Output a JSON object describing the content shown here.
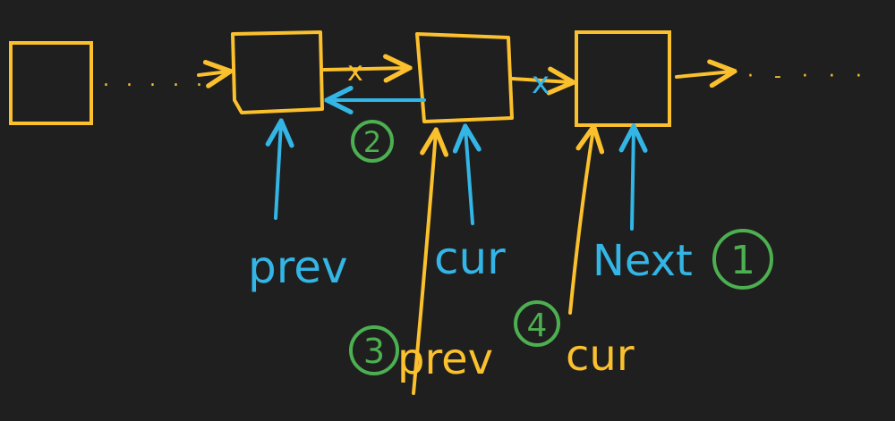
{
  "diagram": {
    "colors": {
      "background": "#1f1f1f",
      "node": "#fbc02d",
      "pointer": "#33b5e5",
      "step": "#4caf50"
    },
    "labels": {
      "prev_initial": "prev",
      "cur_initial": "cur",
      "next": "Next",
      "prev_moved": "prev",
      "cur_moved": "cur"
    },
    "steps": {
      "step_1": "1",
      "step_2": "2",
      "step_3": "3",
      "step_4": "4"
    },
    "marks": {
      "break_mark": "x",
      "ellipsis_left": ". . . . .",
      "ellipsis_right": "· - · · ·"
    }
  }
}
